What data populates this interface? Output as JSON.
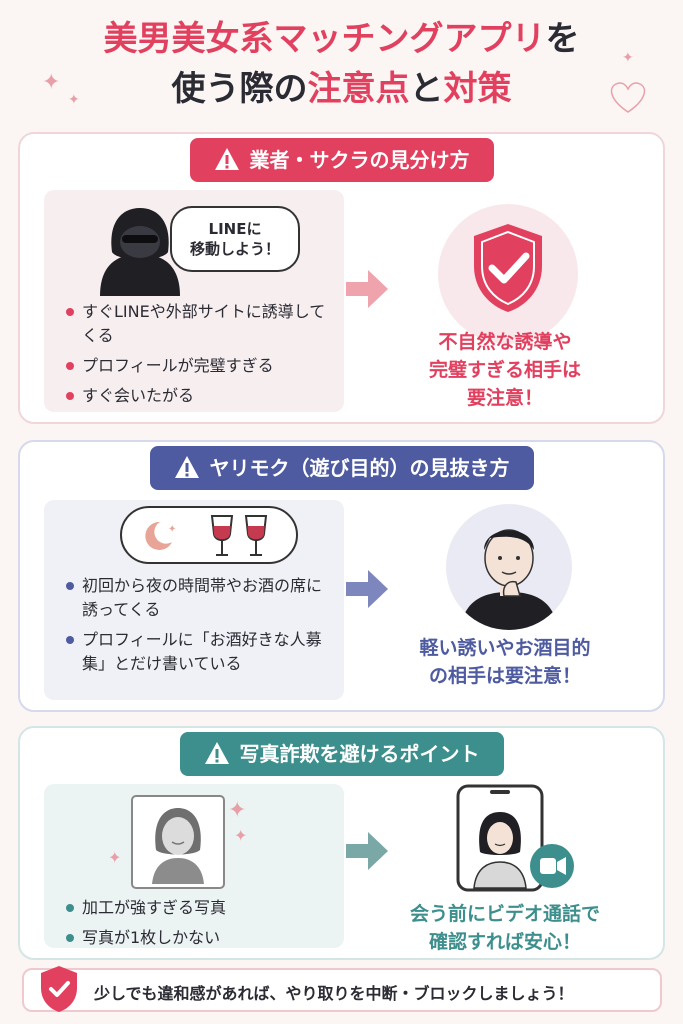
{
  "title": {
    "line1_pink": "美男美女系マッチングアプリ",
    "line1_tail": "を",
    "line2_pre": "使う際の",
    "line2_pink": "注意点",
    "line2_mid": "と",
    "line2_pink2": "対策"
  },
  "sections": [
    {
      "banner": "業者・サクラの見分け方",
      "color": "#e2405f",
      "bubble": [
        "LINEに",
        "移動しよう！"
      ],
      "bullets": [
        "すぐLINEや外部サイトに誘導してくる",
        "プロフィールが完璧すぎる",
        "すぐ会いたがる"
      ],
      "result": [
        "不自然な誘導や",
        "完璧すぎる相手は",
        "要注意！"
      ],
      "result_color": "#e2405f"
    },
    {
      "banner": "ヤリモク（遊び目的）の見抜き方",
      "color": "#4e5ba0",
      "bullets": [
        "初回から夜の時間帯やお酒の席に誘ってくる",
        "プロフィールに「お酒好きな人募集」とだけ書いている"
      ],
      "result": [
        "軽い誘いやお酒目的",
        "の相手は要注意！"
      ],
      "result_color": "#4e5ba0"
    },
    {
      "banner": "写真詐欺を避けるポイント",
      "color": "#3d8f8d",
      "bullets": [
        "加工が強すぎる写真",
        "写真が1枚しかない"
      ],
      "result": [
        "会う前にビデオ通話で",
        "確認すれば安心！"
      ],
      "result_color": "#3d8f8d"
    }
  ],
  "footer": "少しでも違和感があれば、やり取りを中断・ブロックしましょう！",
  "colors": {
    "pink": "#e2405f",
    "navy": "#4e5ba0",
    "teal": "#3d8f8d"
  },
  "icons": [
    "warning-icon",
    "hooded-person-icon",
    "shield-check-icon",
    "arrow-right-icon",
    "moon-icon",
    "wine-glasses-icon",
    "thinking-man-icon",
    "woman-photo-icon",
    "smartphone-video-call-icon",
    "video-camera-icon",
    "sparkle-icon",
    "heart-icon"
  ]
}
